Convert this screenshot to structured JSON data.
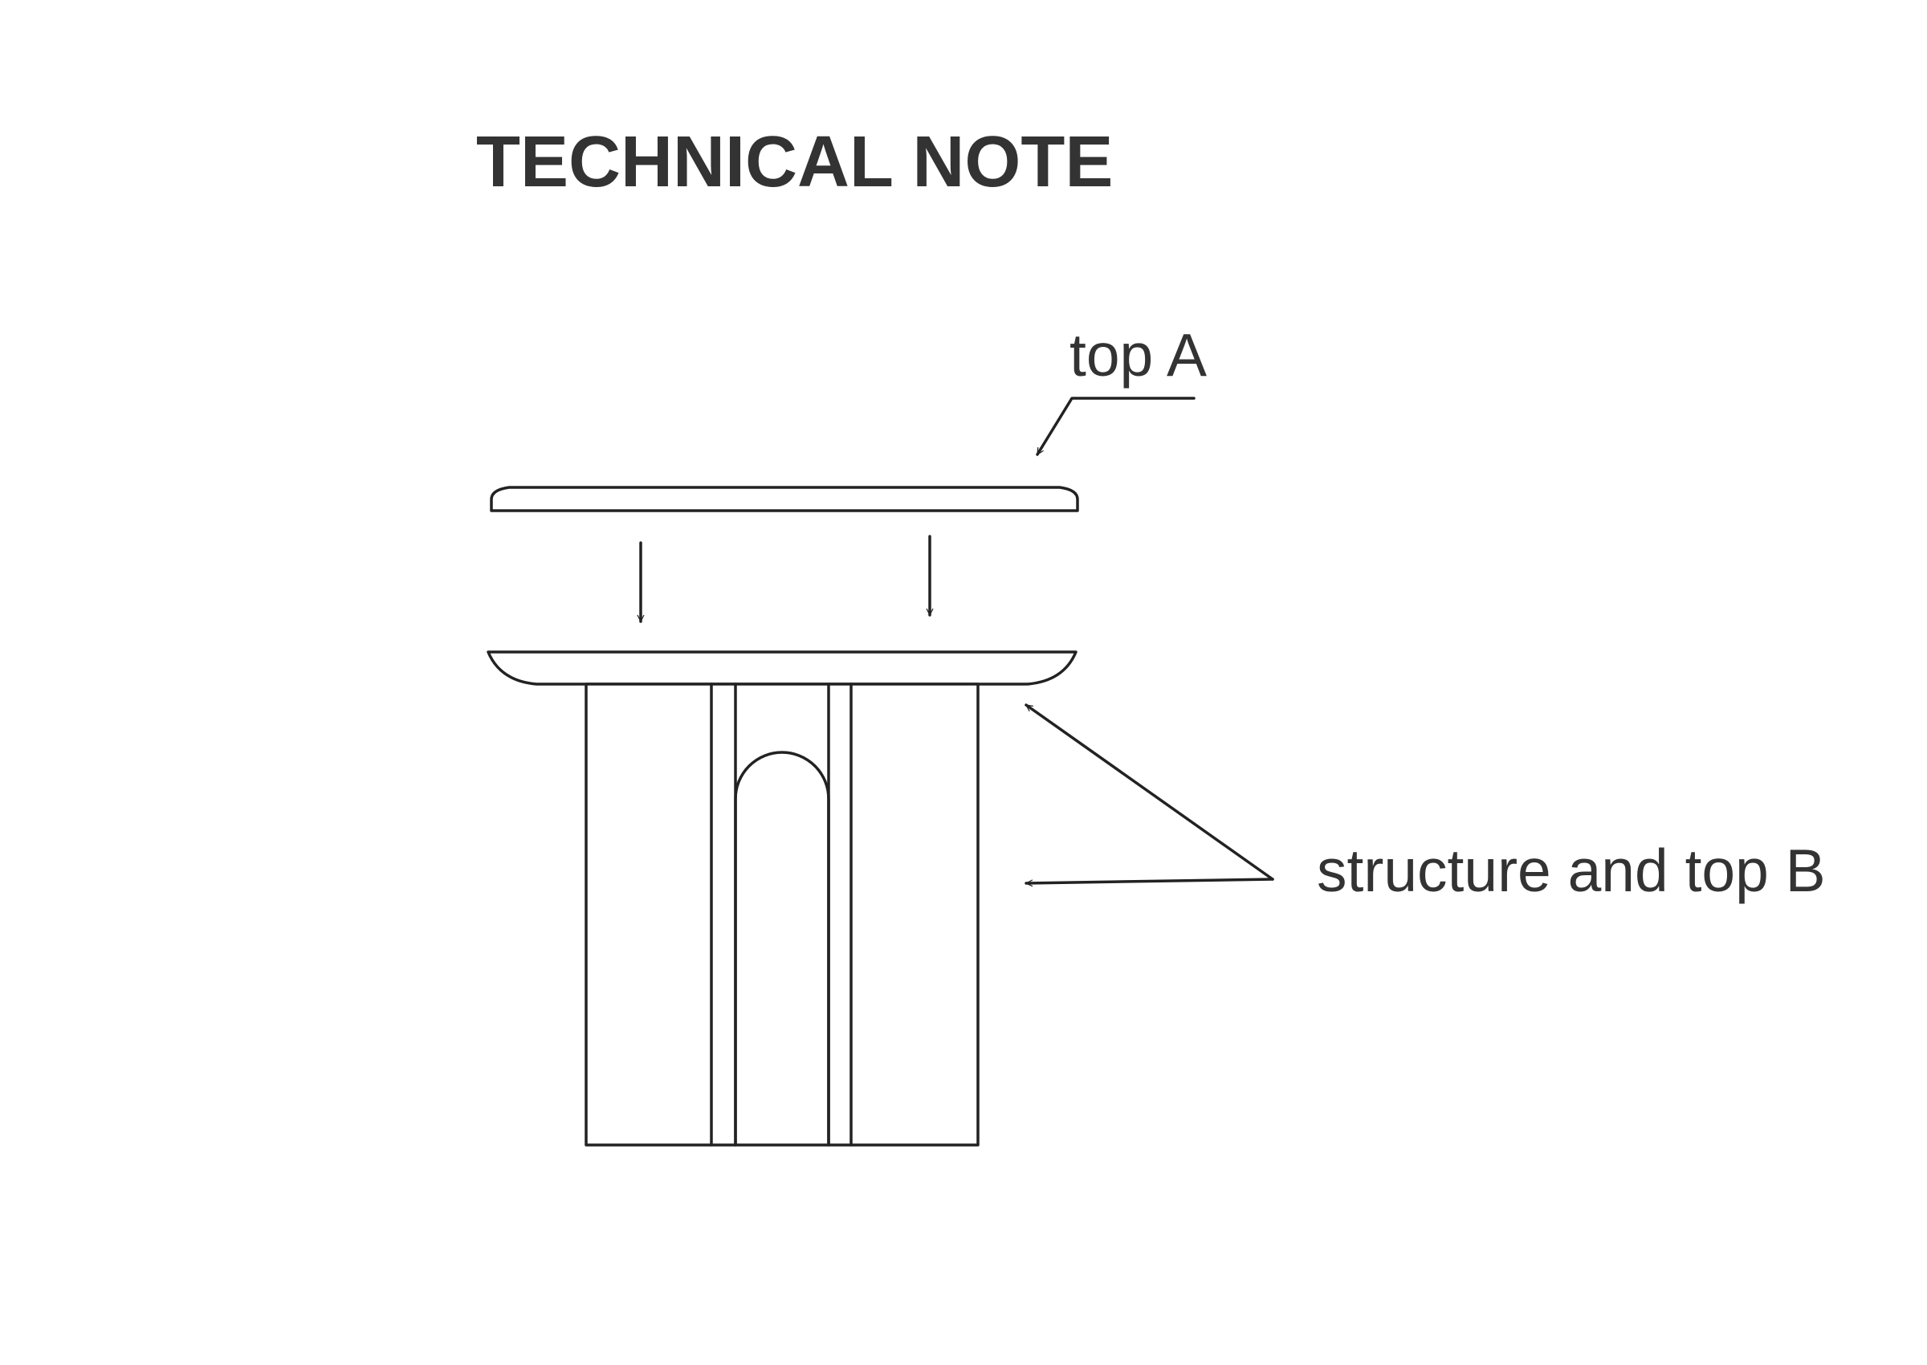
{
  "diagram": {
    "title": "TECHNICAL NOTE",
    "labels": {
      "top_a": "top A",
      "structure_and_top_b": "structure and top B"
    },
    "colors": {
      "ink": "#222222",
      "text": "#333333",
      "background": "#ffffff"
    }
  }
}
